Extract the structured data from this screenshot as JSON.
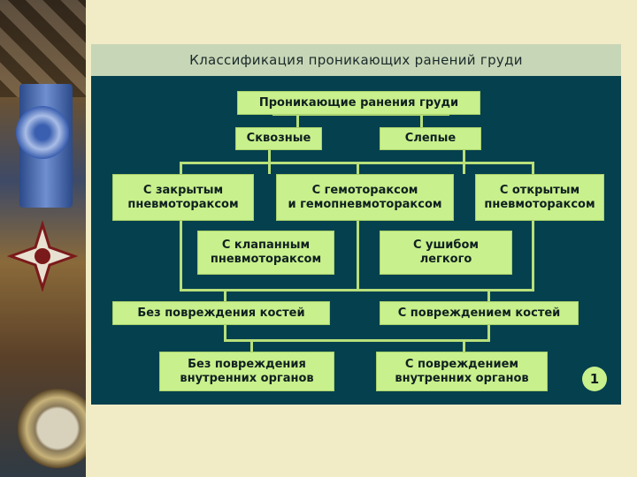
{
  "diagram": {
    "title": "Классификация проникающих ранений груди",
    "root": "Проникающие ранения груди",
    "level1": [
      "Сквозные",
      "Слепые"
    ],
    "level2": [
      "С закрытым\nпневмотораксом",
      "С гемотораксом\nи гемопневмотораксом",
      "С открытым\nпневмотораксом"
    ],
    "level3": [
      "С клапанным\nпневмотораксом",
      "С ушибом\nлегкого"
    ],
    "level4": [
      "Без повреждения костей",
      "С повреждением костей"
    ],
    "level5": [
      "Без повреждения\nвнутренних органов",
      "С повреждением\nвнутренних органов"
    ],
    "figure_number": "1"
  }
}
